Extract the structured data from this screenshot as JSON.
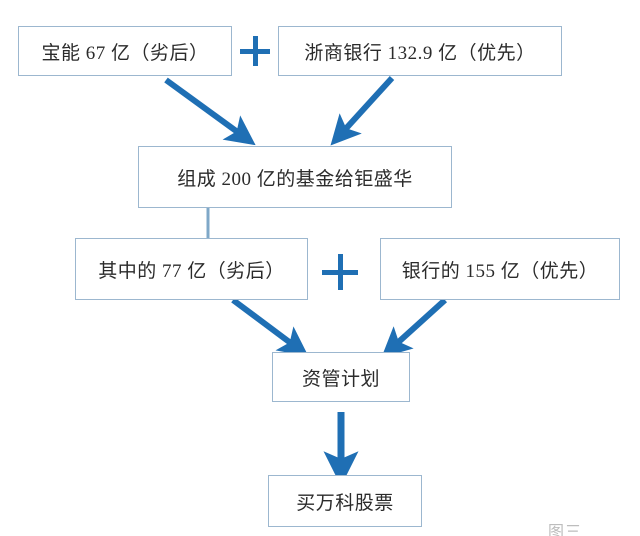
{
  "figure": {
    "caption": "图三",
    "colors": {
      "arrow": "#1f6fb4",
      "box_border": "#9cb7cf",
      "text": "#2b2b2b",
      "background": "#ffffff",
      "caption_color": "#bdbdbd"
    }
  },
  "nodes": {
    "baoneng": {
      "label": "宝能 67 亿（劣后）"
    },
    "zheshang_bank": {
      "label": "浙商银行 132.9 亿（优先）"
    },
    "fund": {
      "label": "组成 200 亿的基金给钜盛华"
    },
    "inferior_77": {
      "label": "其中的 77 亿（劣后）"
    },
    "bank_155": {
      "label": "银行的 155 亿（优先）"
    },
    "asset_plan": {
      "label": "资管计划"
    },
    "buy_vanke": {
      "label": "买万科股票"
    }
  },
  "operators": {
    "plus_top": {
      "symbol": "+"
    },
    "plus_middle": {
      "symbol": "+"
    }
  },
  "edges": [
    {
      "from": "baoneng",
      "to": "fund",
      "kind": "diagonal-arrow"
    },
    {
      "from": "zheshang_bank",
      "to": "fund",
      "kind": "diagonal-arrow"
    },
    {
      "from": "fund",
      "to": "inferior_77",
      "kind": "elbow-line"
    },
    {
      "from": "inferior_77",
      "to": "asset_plan",
      "kind": "diagonal-arrow"
    },
    {
      "from": "bank_155",
      "to": "asset_plan",
      "kind": "diagonal-arrow"
    },
    {
      "from": "asset_plan",
      "to": "buy_vanke",
      "kind": "vertical-arrow"
    }
  ]
}
